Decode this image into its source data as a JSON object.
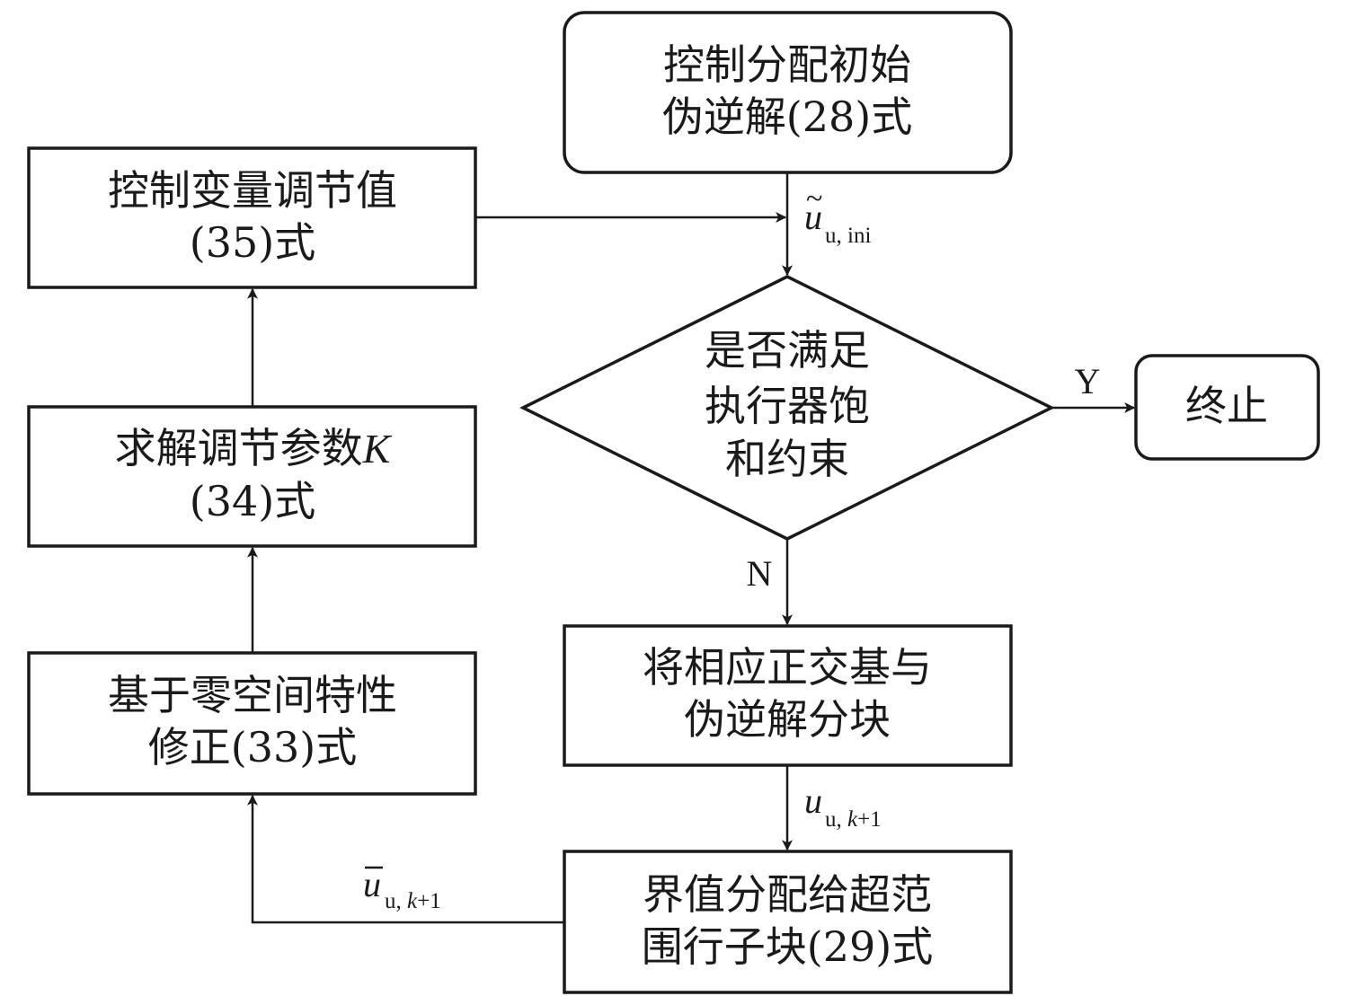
{
  "start": {
    "line1": "控制分配初始",
    "line2": "伪逆解(28)式"
  },
  "adjust": {
    "line1": "控制变量调节值",
    "line2": "(35)式"
  },
  "solve": {
    "line1_text": "求解调节参数",
    "line1_symbol": "K",
    "line2": "(34)式"
  },
  "correct": {
    "line1": "基于零空间特性",
    "line2": "修正(33)式"
  },
  "decision": {
    "line1": "是否满足",
    "line2": "执行器饱",
    "line3": "和约束"
  },
  "terminate": {
    "label": "终止"
  },
  "block": {
    "line1": "将相应正交基与",
    "line2": "伪逆解分块"
  },
  "bound": {
    "line1": "界值分配给超范",
    "line2": "围行子块(29)式"
  },
  "edges": {
    "yes_label": "Y",
    "no_label": "N",
    "u_ini": {
      "symbol": "u",
      "accent": "~",
      "subscript": "u, ini"
    },
    "u_k1": {
      "symbol": "u",
      "subscript_a": "u, ",
      "subscript_k": "k",
      "subscript_b": "+1"
    },
    "ubar_k1": {
      "symbol": "u",
      "subscript_a": "u, ",
      "subscript_k": "k",
      "subscript_b": "+1"
    }
  }
}
